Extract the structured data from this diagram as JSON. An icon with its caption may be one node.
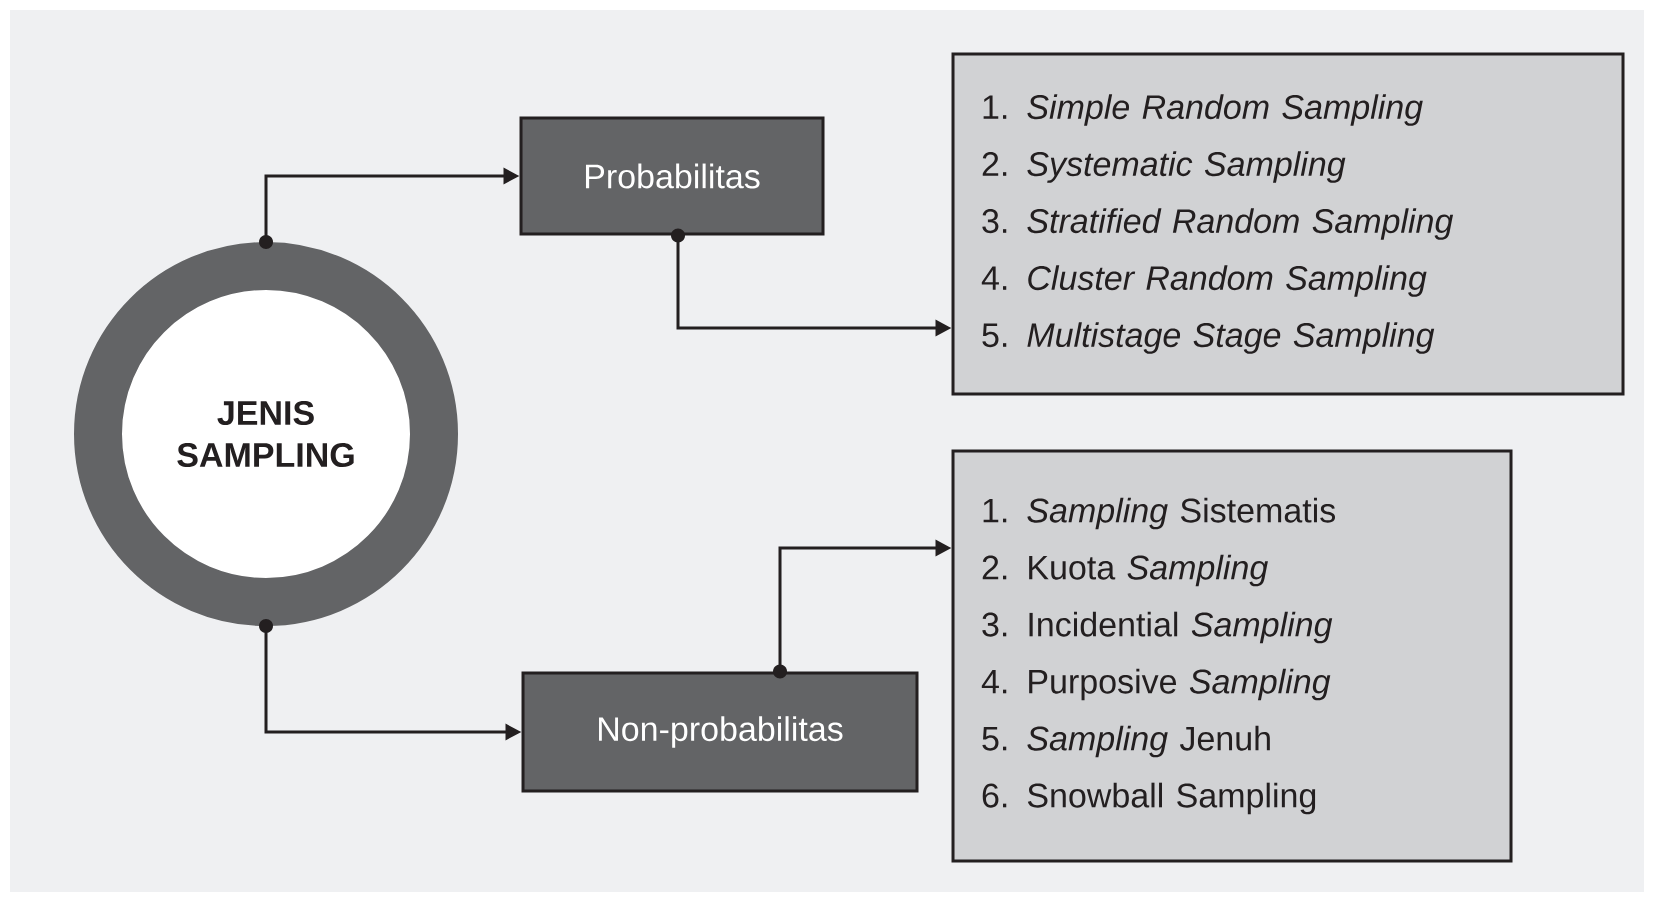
{
  "diagram": {
    "nodes": [
      {
        "text": [
          "JENIS SAMPLING"
        ]
      },
      {
        "text": [
          "Probabilitas"
        ]
      },
      {
        "text": [
          "1. *Simple Random Sampling*",
          "2. *Systematic Sampling*",
          "3. *Stratified Random Sampling*",
          "4. *Cluster Random Sampling*",
          "5. *Multistage Stage Sampling*"
        ]
      },
      {
        "text": [
          "Non-probabilitas"
        ]
      },
      {
        "text": [
          "1. *Sampling* Sistematis",
          "2. Kuota *Sampling*",
          "3. Incidential *Sampling*",
          "4. Purposive *Sampling*",
          "5. *Sampling* Jenuh",
          "6. Snowball Sampling"
        ]
      }
    ],
    "edges": [
      {
        "from": 0,
        "to": 1,
        "arrow": "to"
      },
      {
        "from": 1,
        "to": 2,
        "arrow": "to"
      },
      {
        "from": 0,
        "to": 3,
        "arrow": "to"
      },
      {
        "from": 3,
        "to": 4,
        "arrow": "to"
      }
    ]
  }
}
